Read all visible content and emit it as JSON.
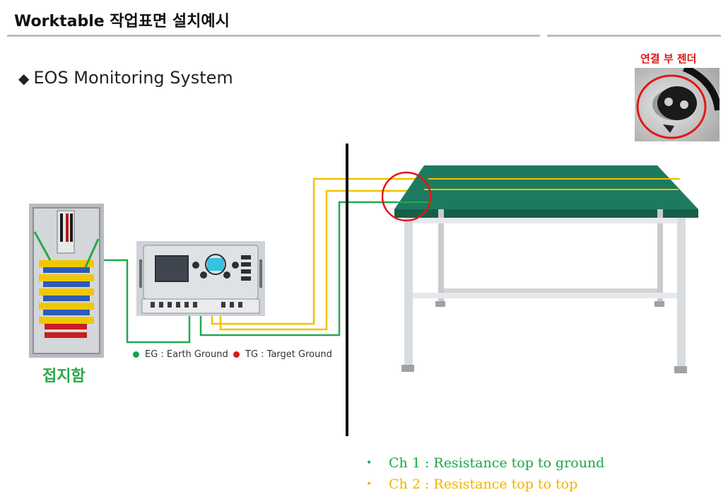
{
  "header": {
    "title": "Worktable 작업표면 설치예시",
    "subtitle_bullet": "◆",
    "subtitle": "EOS Monitoring System"
  },
  "connector": {
    "label": "연결 부 젠더"
  },
  "panel": {
    "label": "접지함"
  },
  "legend": {
    "eg": {
      "label": "EG : Earth Ground",
      "color": "#17a34a"
    },
    "tg": {
      "label": "TG : Target Ground",
      "color": "#e01818"
    }
  },
  "channels": [
    {
      "bullet": "•",
      "label": "Ch 1 : Resistance top to ground",
      "color": "#1aa646"
    },
    {
      "bullet": "•",
      "label": "Ch 2 : Resistance top to top",
      "color": "#f0b400"
    }
  ],
  "colors": {
    "wire_green": "#22a94f",
    "wire_yellow": "#f2c200",
    "highlight_red": "#e01818",
    "table_top": "#1e7a5e"
  }
}
